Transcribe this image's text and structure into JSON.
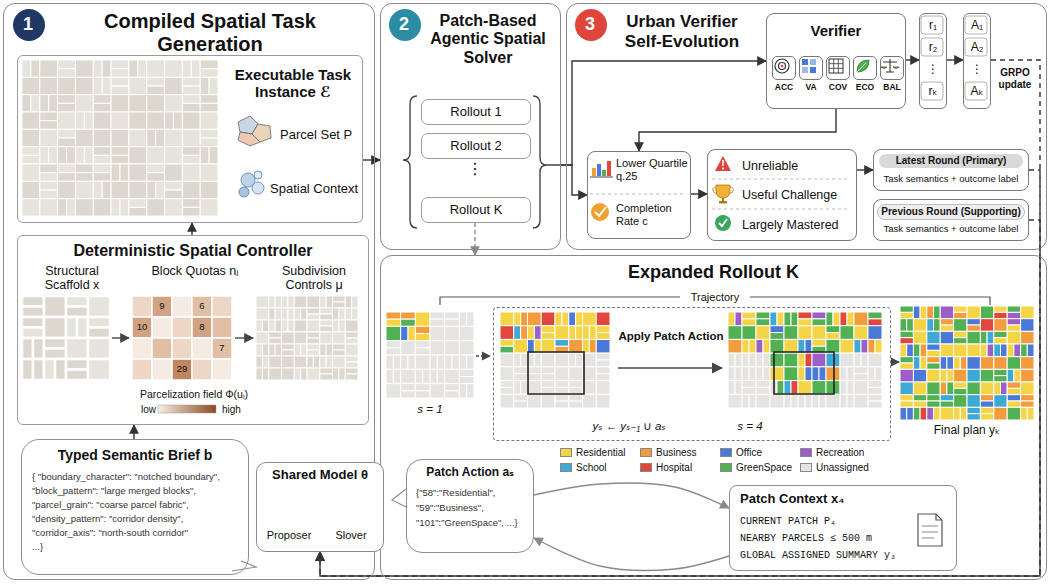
{
  "diagram": {
    "nodes": [
      {
        "text": [
          "Compiled Spatial Task Generation"
        ]
      },
      {
        "text": [
          "1"
        ],
        "in": 0
      },
      {
        "text": [
          "Executable Task Instance ℰ",
          "Parcel Set P",
          "Spatial Context"
        ],
        "in": 0
      },
      {
        "text": [
          "Deterministic Spatial Controller",
          "Structural Scaffold x",
          "Block Quotas nⱼ",
          "Subdivision Controls μ",
          "Parcelization field Φ(uᵢ)",
          "low",
          "high"
        ],
        "in": 0
      },
      {
        "text": [
          "Typed Semantic Brief b",
          "{ \"boundary_character\": \"notched boundary\",",
          "\"block_pattern\": \"large merged blocks\",",
          "\"parcel_grain\": \"coarse parcel fabric\",",
          "\"density_pattern\": \"corridor density\",",
          "\"corridor_axis\": \"north-south corridor\"",
          "...}"
        ],
        "in": 0
      },
      {
        "text": [
          "Patch-Based Agentic Spatial Solver"
        ]
      },
      {
        "text": [
          "2"
        ],
        "in": 5
      },
      {
        "text": [
          "Rollout 1"
        ],
        "in": 5
      },
      {
        "text": [
          "Rollout 2"
        ],
        "in": 5
      },
      {
        "text": [
          "Rollout K"
        ],
        "in": 5
      },
      {
        "text": [
          "Urban Verifier Self-Evolution"
        ]
      },
      {
        "text": [
          "3"
        ],
        "in": 10
      },
      {
        "text": [
          "Verifier"
        ],
        "in": 10
      },
      {
        "text": [
          "ACC"
        ],
        "in": 12
      },
      {
        "text": [
          "VA"
        ],
        "in": 12
      },
      {
        "text": [
          "COV"
        ],
        "in": 12
      },
      {
        "text": [
          "ECO"
        ],
        "in": 12
      },
      {
        "text": [
          "BAL"
        ],
        "in": 12
      },
      {
        "text": [
          "r₁",
          "r₂",
          "⋮",
          "rₖ"
        ],
        "in": 10
      },
      {
        "text": [
          "A₁",
          "A₂",
          "⋮",
          "Aₖ"
        ],
        "in": 10
      },
      {
        "text": [
          "Lower Quartile q.25",
          "Completion Rate c"
        ],
        "in": 10
      },
      {
        "text": [
          "Unreliable",
          "Useful Challenge",
          "Largely Mastered"
        ],
        "in": 10
      },
      {
        "text": [
          "Latest Round (Primary)",
          "Task semantics + outcome label"
        ],
        "in": 10
      },
      {
        "text": [
          "Previous Round (Supporting)",
          "Task semantics + outcome label"
        ],
        "in": 10
      },
      {
        "text": [
          "Expanded Rollout K"
        ]
      },
      {
        "text": [
          "Apply Patch Action",
          "yₛ ← yₛ₋₁ ∪ aₛ",
          "s = 4"
        ],
        "in": 24
      },
      {
        "text": [
          "Shared Model θ",
          "Proposer",
          "Slover"
        ]
      },
      {
        "text": [
          "Patch Action aₛ",
          "{\"58\":\"Residential\",",
          "\"59\":\"Business\",",
          "\"101\":\"GreenSpace\", ...}"
        ],
        "in": 24
      },
      {
        "text": [
          "Patch Context x₄",
          "CURRENT PATCH P₄",
          "NEARBY PARCELS ≤ 500 m",
          "GLOBAL ASSIGNED SUMMARY y₃"
        ],
        "in": 24
      }
    ],
    "edges": [
      {
        "from": 2,
        "to": 5,
        "arrow": "to"
      },
      {
        "from": 3,
        "to": 2,
        "arrow": "to"
      },
      {
        "from": 4,
        "to": 3,
        "arrow": "to"
      },
      {
        "from": 5,
        "to": 12,
        "arrow": "to"
      },
      {
        "from": 5,
        "to": 20,
        "arrow": "to"
      },
      {
        "from": 12,
        "to": 18,
        "arrow": "to"
      },
      {
        "from": 18,
        "to": 19,
        "arrow": "to"
      },
      {
        "from": 19,
        "to": 26,
        "label": "GRPO update",
        "arrow": "to"
      },
      {
        "from": 12,
        "to": 20,
        "arrow": "to"
      },
      {
        "from": 20,
        "to": 21,
        "arrow": "to"
      },
      {
        "from": 21,
        "to": 22,
        "arrow": "to"
      },
      {
        "from": 22,
        "to": 26,
        "arrow": "to"
      },
      {
        "from": 23,
        "to": 26,
        "arrow": "to"
      },
      {
        "from": 9,
        "to": 24,
        "arrow": "to"
      },
      {
        "from": 27,
        "to": 28,
        "arrow": "to"
      },
      {
        "from": 28,
        "to": 27,
        "arrow": "to"
      }
    ],
    "labels": [
      "⋮",
      "6",
      "9",
      "10",
      "8",
      "29",
      "7",
      "Trajectory",
      "s = 1",
      "Final plan yₖ"
    ],
    "legend": [
      {
        "text": "Residential",
        "color": "#f5d547"
      },
      {
        "text": "Business",
        "color": "#f39c3d"
      },
      {
        "text": "Office",
        "color": "#4b79d8"
      },
      {
        "text": "Recreation",
        "color": "#9c5ec9"
      },
      {
        "text": "School",
        "color": "#3fa9d6"
      },
      {
        "text": "Hospital",
        "color": "#e1473d"
      },
      {
        "text": "GreenSpace",
        "color": "#52b152"
      },
      {
        "text": "Unassigned",
        "color": "#e6e4e0"
      }
    ]
  }
}
